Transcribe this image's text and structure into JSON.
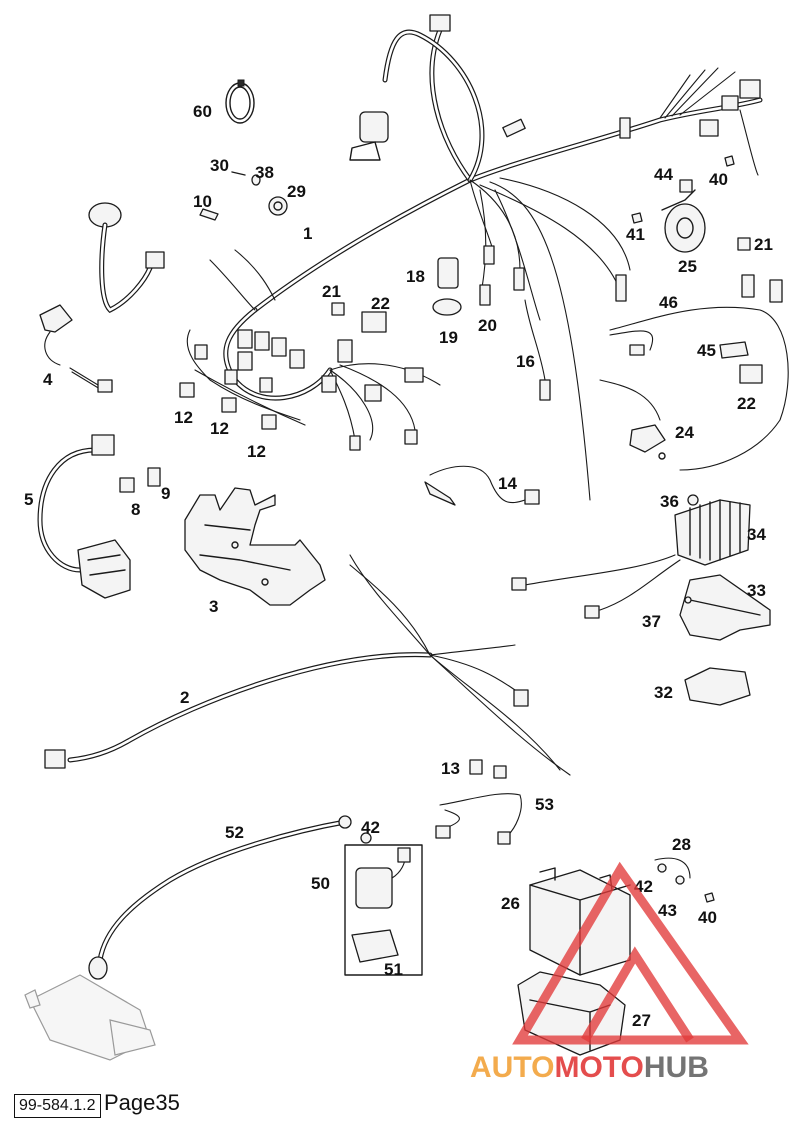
{
  "labels": {
    "p1": "1",
    "p2": "2",
    "p3": "3",
    "p4": "4",
    "p5": "5",
    "p8": "8",
    "p9": "9",
    "p10": "10",
    "p12a": "12",
    "p12b": "12",
    "p12c": "12",
    "p13": "13",
    "p14": "14",
    "p16": "16",
    "p18": "18",
    "p19": "19",
    "p20": "20",
    "p21a": "21",
    "p21b": "21",
    "p22a": "22",
    "p22b": "22",
    "p24": "24",
    "p25": "25",
    "p26": "26",
    "p27": "27",
    "p28": "28",
    "p29": "29",
    "p30": "30",
    "p32": "32",
    "p33": "33",
    "p34": "34",
    "p36": "36",
    "p37": "37",
    "p38": "38",
    "p40a": "40",
    "p40b": "40",
    "p41": "41",
    "p42a": "42",
    "p42b": "42",
    "p43": "43",
    "p44": "44",
    "p45": "45",
    "p46": "46",
    "p50": "50",
    "p51": "51",
    "p52": "52",
    "p53": "53",
    "p60": "60"
  },
  "footer": {
    "doc_ref": "99-584.1.2",
    "page_label": "Page35"
  },
  "watermark": {
    "part1": "AUTO",
    "part2": "MOTO",
    "part3": "HUB",
    "color_primary": "#e23a3a",
    "color_secondary": "#f2a33a"
  }
}
